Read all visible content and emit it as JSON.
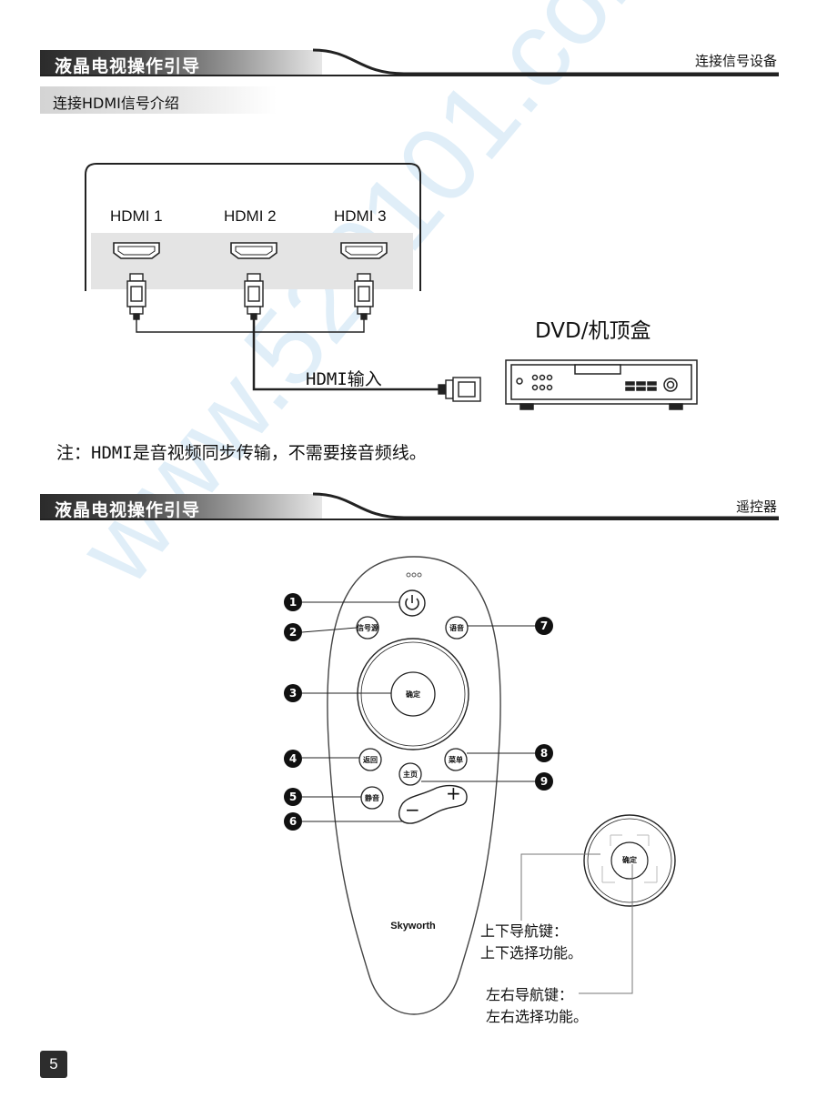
{
  "section1": {
    "tab_title": "液晶电视操作引导",
    "right_title": "连接信号设备",
    "subtitle": "连接HDMI信号介绍",
    "ports": [
      "HDMI 1",
      "HDMI 2",
      "HDMI 3"
    ],
    "device_label": "DVD/机顶盒",
    "cable_label": "HDMI输入",
    "note": "注：HDMI是音视频同步传输，不需要接音频线。"
  },
  "section2": {
    "tab_title": "液晶电视操作引导",
    "right_title": "遥控器",
    "callouts": [
      "1",
      "2",
      "3",
      "4",
      "5",
      "6",
      "7",
      "8",
      "9"
    ],
    "buttons": {
      "signal": "信号源",
      "voice": "语音",
      "ok": "确定",
      "back": "返回",
      "menu": "菜单",
      "home": "主页",
      "mute": "静音",
      "plus": "+",
      "minus": "−"
    },
    "brand": "Skyworth",
    "nav_ok": "确定",
    "nav_updown_title": "上下导航键：",
    "nav_updown_desc": "上下选择功能。",
    "nav_leftright_title": "左右导航键：",
    "nav_leftright_desc": "左右选择功能。"
  },
  "page_number": "5",
  "watermark": "www.520101.com",
  "colors": {
    "tab_dark": "#2b2b2b",
    "watermark": "#cfe6f5",
    "panel_gray": "#e4e4e4"
  }
}
